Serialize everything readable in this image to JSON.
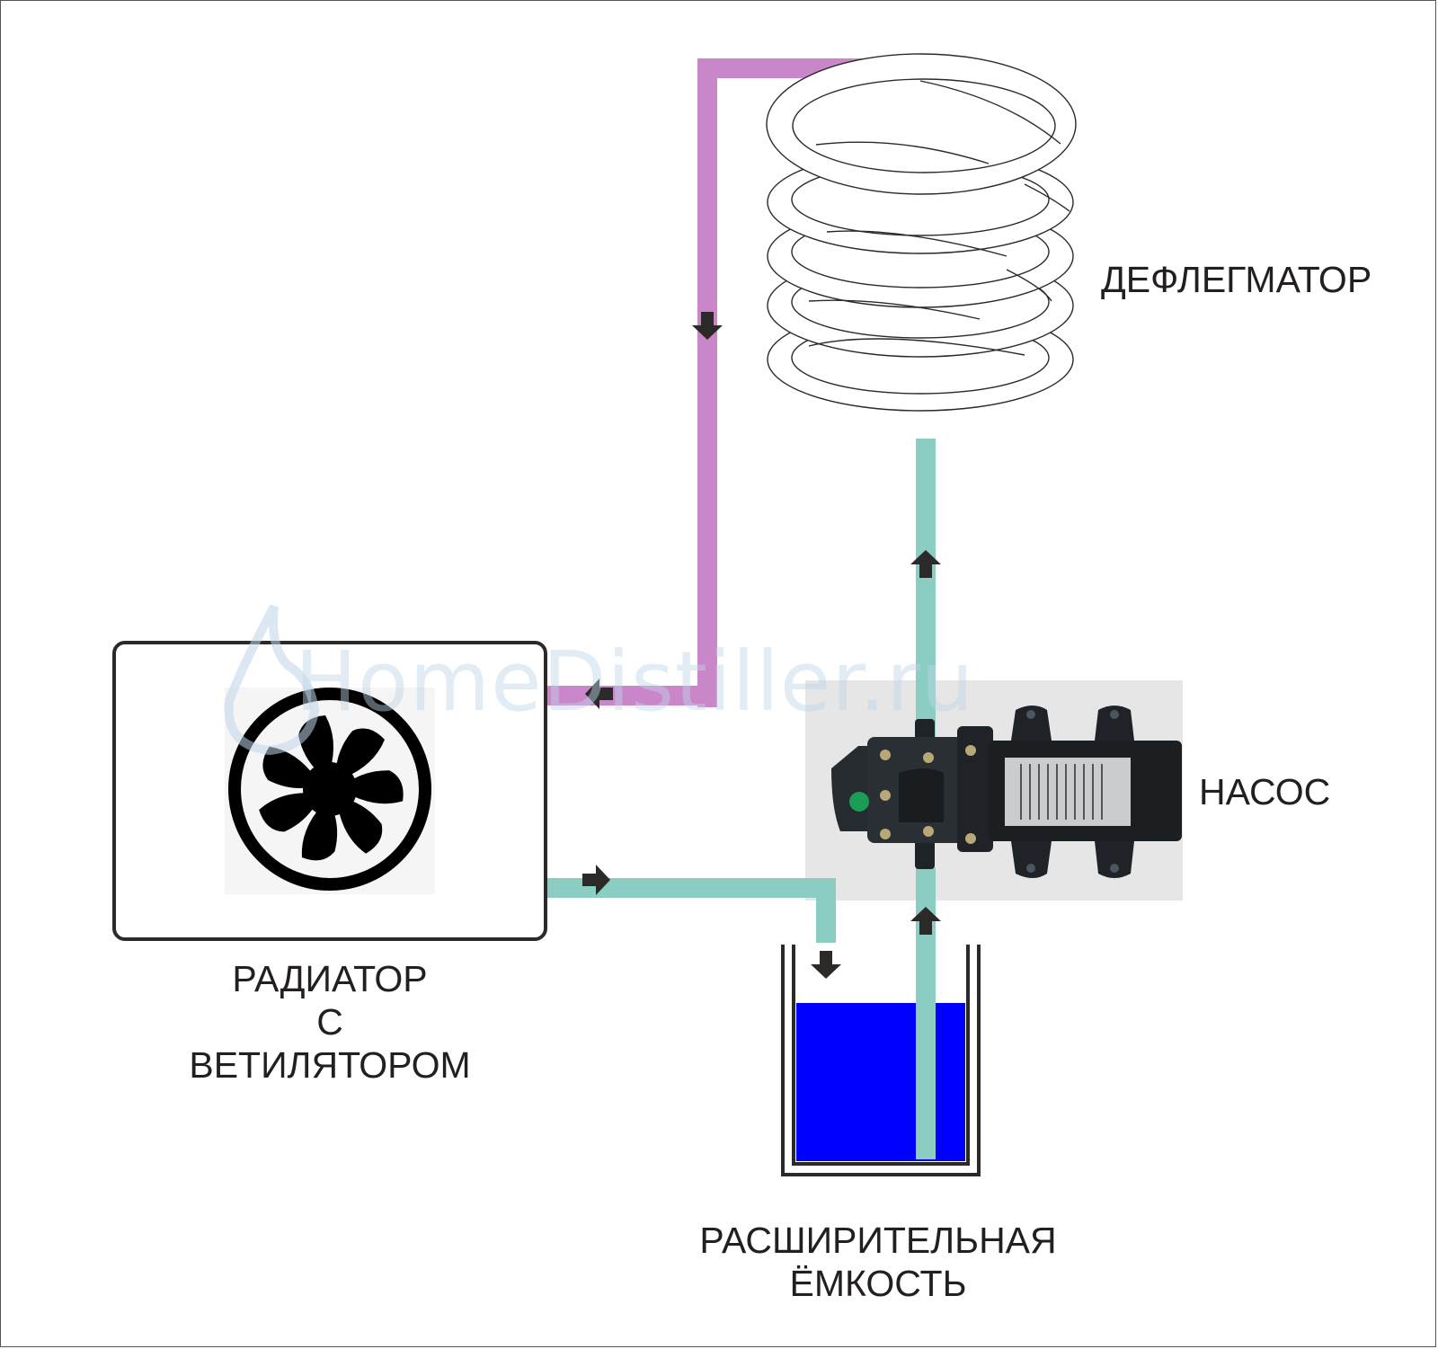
{
  "diagram": {
    "title": "",
    "colors": {
      "hot_line": "#c987c9",
      "cold_line": "#8ccdc3",
      "arrow": "#2b2a29",
      "water": "#0000ff",
      "outline": "#2b2a29",
      "pump_bg": "#e6e6e6",
      "watermark": "#bed4e8"
    },
    "labels": {
      "dephlegmator": "ДЕФЛЕГМАТОР",
      "pump": "НАСОС",
      "radiator_line1": "РАДИАТОР",
      "radiator_line2": "С",
      "radiator_line3": "ВЕТИЛЯТОРОМ",
      "tank_line1": "РАСШИРИТЕЛЬНАЯ",
      "tank_line2": "ЁМКОСТЬ"
    },
    "watermark": "HomeDistiller.ru",
    "components": [
      {
        "id": "dephlegmator",
        "icon": "coil-icon"
      },
      {
        "id": "radiator",
        "icon": "fan-icon"
      },
      {
        "id": "pump",
        "icon": "pump-icon"
      },
      {
        "id": "expansion-tank",
        "icon": "tank-icon"
      }
    ],
    "flow": [
      {
        "from": "dephlegmator",
        "to": "radiator",
        "line": "hot"
      },
      {
        "from": "radiator",
        "to": "expansion-tank",
        "line": "cold"
      },
      {
        "from": "expansion-tank",
        "to": "pump",
        "line": "cold"
      },
      {
        "from": "pump",
        "to": "dephlegmator",
        "line": "cold"
      }
    ]
  }
}
